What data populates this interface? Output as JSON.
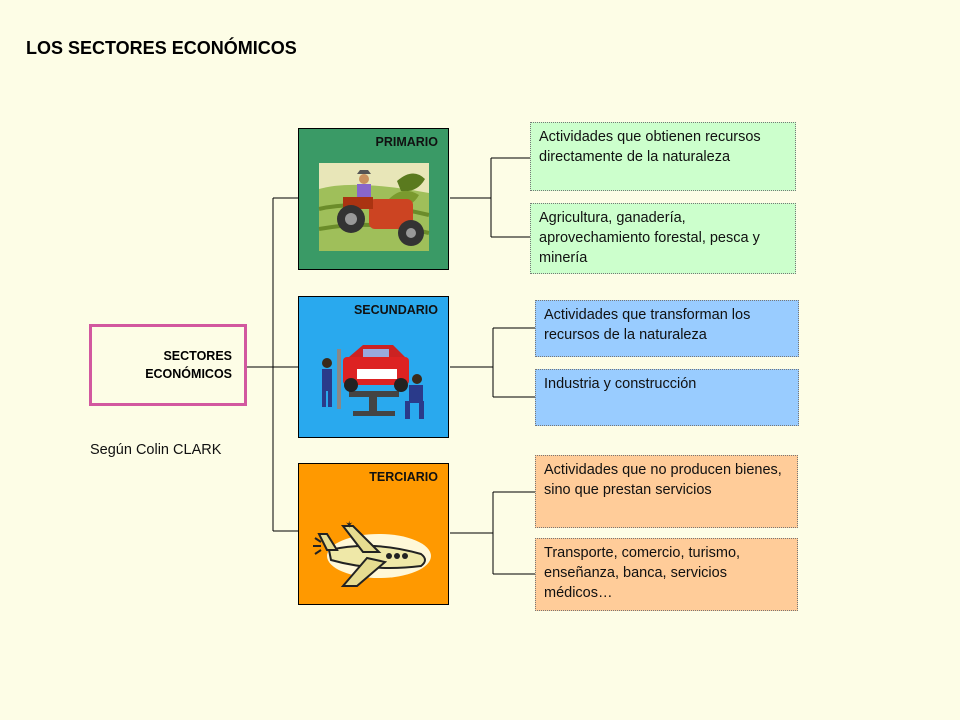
{
  "title": "LOS SECTORES ECONÓMICOS",
  "root": {
    "label": "SECTORES\nECONÓMICOS"
  },
  "source": "Según Colin CLARK",
  "sectors": [
    {
      "label": "PRIMARIO",
      "color": "#3a9a66",
      "icon": "tractor-farmer-icon",
      "desc_color": "#ccffcc",
      "descriptions": [
        "Actividades que obtienen recursos directamente de la naturaleza",
        "Agricultura, ganadería, aprovechamiento forestal, pesca y minería"
      ]
    },
    {
      "label": "SECUNDARIO",
      "color": "#29a9ee",
      "icon": "car-mechanics-icon",
      "desc_color": "#99ccff",
      "descriptions": [
        "Actividades que transforman los recursos de la naturaleza",
        "Industria y construcción"
      ]
    },
    {
      "label": "TERCIARIO",
      "color": "#ff9900",
      "icon": "airplane-icon",
      "desc_color": "#ffcc99",
      "descriptions": [
        "Actividades que no producen bienes, sino que prestan servicios",
        "Transporte, comercio, turismo, enseñanza, banca, servicios médicos…"
      ]
    }
  ]
}
